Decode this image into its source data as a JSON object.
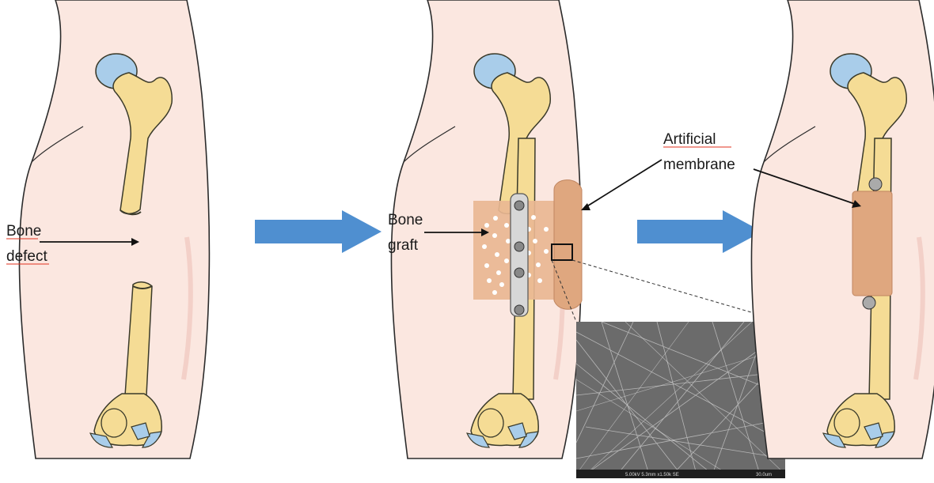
{
  "labels": {
    "bone_defect": [
      "Bone",
      "defect"
    ],
    "bone_graft": [
      "Bone",
      "graft"
    ],
    "artificial_membrane": [
      "Artificial",
      "membrane"
    ]
  },
  "sem_caption": {
    "left": "5.00kV 5.3mm x1.50k SE",
    "right": "30.0um"
  },
  "colors": {
    "skin": "#fbe7e0",
    "skin_outline": "#2b2b2b",
    "bone": "#f5dc95",
    "bone_outline": "#3a3a2a",
    "cartilage": "#a9cdea",
    "arrow": "#4f8fd0",
    "membrane": "#dfa77f",
    "graft_patch": "#e9b793",
    "sem_bg": "#6b6b6b",
    "spell_underline": "#e0301e"
  }
}
